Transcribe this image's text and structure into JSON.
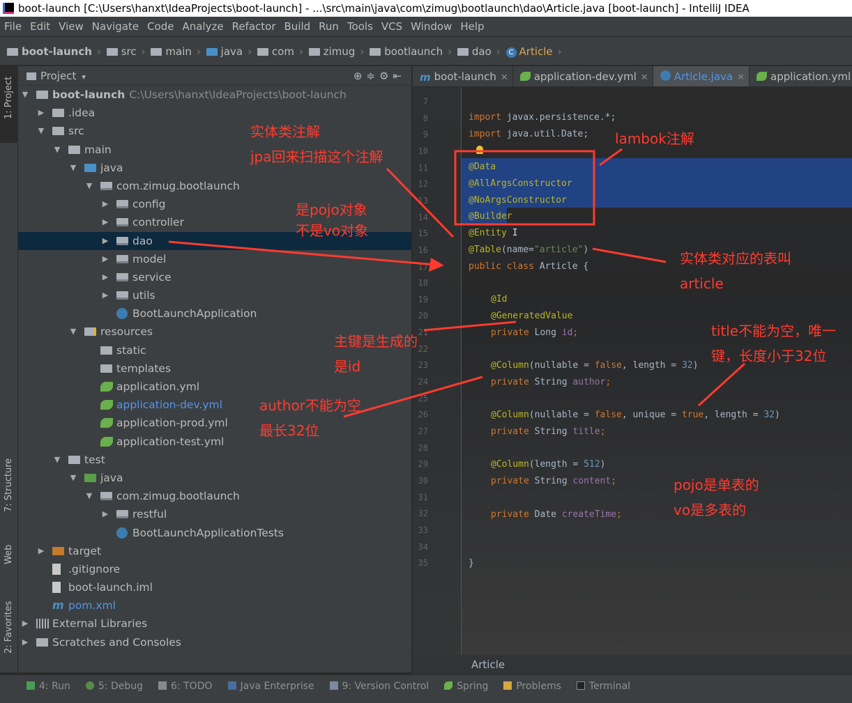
{
  "window": {
    "title": "boot-launch [C:\\Users\\hanxt\\IdeaProjects\\boot-launch] - ...\\src\\main\\java\\com\\zimug\\bootlaunch\\dao\\Article.java [boot-launch] - IntelliJ IDEA"
  },
  "menu": [
    "File",
    "Edit",
    "View",
    "Navigate",
    "Code",
    "Analyze",
    "Refactor",
    "Build",
    "Run",
    "Tools",
    "VCS",
    "Window",
    "Help"
  ],
  "breadcrumb": [
    "boot-launch",
    "src",
    "main",
    "java",
    "com",
    "zimug",
    "bootlaunch",
    "dao",
    "Article"
  ],
  "left_strip": {
    "project": "1: Project",
    "structure": "7: Structure",
    "web": "Web",
    "favorites": "2: Favorites"
  },
  "project_panel": {
    "title": "Project",
    "root_label": "boot-launch",
    "root_path": "C:\\Users\\hanxt\\IdeaProjects\\boot-launch",
    "tree": [
      ".idea",
      "src",
      "main",
      "java",
      "com.zimug.bootlaunch",
      "config",
      "controller",
      "dao",
      "model",
      "service",
      "utils",
      "BootLaunchApplication",
      "resources",
      "static",
      "templates",
      "application.yml",
      "application-dev.yml",
      "application-prod.yml",
      "application-test.yml",
      "test",
      "java",
      "com.zimug.bootlaunch",
      "restful",
      "BootLaunchApplicationTests",
      "target",
      ".gitignore",
      "boot-launch.iml",
      "pom.xml",
      "External Libraries",
      "Scratches and Consoles"
    ]
  },
  "tabs": [
    "boot-launch",
    "application-dev.yml",
    "Article.java",
    "application.yml"
  ],
  "editor": {
    "line_numbers": [
      "7",
      "8",
      "9",
      "10",
      "11",
      "12",
      "13",
      "14",
      "15",
      "16",
      "17",
      "18",
      "19",
      "20",
      "21",
      "22",
      "23",
      "24",
      "25",
      "26",
      "27",
      "28",
      "29",
      "30",
      "31",
      "32",
      "33",
      "34",
      "35"
    ],
    "code": {
      "l8a": "import",
      "l8b": " javax.persistence.*;",
      "l9a": "import",
      "l9b": " java.util.Date;",
      "l11": "@Data",
      "l12": "@AllArgsConstructor",
      "l13": "@NoArgsConstructor",
      "l14": "@Builder",
      "l15": "@Entity",
      "l16a": "@Table",
      "l16b": "(name=",
      "l16c": "\"article\"",
      "l16d": ")",
      "l17a": "public class ",
      "l17b": "Article {",
      "l19": "@Id",
      "l20": "@GeneratedValue",
      "l21a": "private ",
      "l21b": "Long ",
      "l21c": "id",
      "l21d": ";",
      "l23a": "@Column",
      "l23b": "(nullable = ",
      "l23c": "false",
      "l23d": ", length = ",
      "l23e": "32",
      "l23f": ")",
      "l24a": "private ",
      "l24b": "String ",
      "l24c": "author",
      "l24d": ";",
      "l26a": "@Column",
      "l26b": "(nullable = ",
      "l26c": "false",
      "l26d": ", unique = ",
      "l26e": "true",
      "l26f": ", length = ",
      "l26g": "32",
      "l26h": ")",
      "l27a": "private ",
      "l27b": "String ",
      "l27c": "title",
      "l27d": ";",
      "l29a": "@Column",
      "l29b": "(length = ",
      "l29c": "512",
      "l29d": ")",
      "l30a": "private ",
      "l30b": "String ",
      "l30c": "content",
      "l30d": ";",
      "l32a": "private ",
      "l32b": "Date ",
      "l32c": "createTime",
      "l32d": ";",
      "l35": "}"
    },
    "footer": "Article"
  },
  "bottom_tools": [
    "4: Run",
    "5: Debug",
    "6: TODO",
    "Java Enterprise",
    "9: Version Control",
    "Spring",
    "Problems",
    "Terminal"
  ],
  "annotations": {
    "entity_1": "实体类注解",
    "entity_2": "jpa回来扫描这个注解",
    "lombok": "lambok注解",
    "pojo_1": "是pojo对象",
    "pojo_2": "不是vo对象",
    "table_1": "实体类对应的表叫",
    "table_2": "article",
    "id_1": "主键是生成的",
    "id_2": "是id",
    "title_1": "title不能为空，唯一",
    "title_2": "键，长度小于32位",
    "author_1": "author不能为空",
    "author_2": "最长32位",
    "pojo_vo_1": "pojo是单表的",
    "pojo_vo_2": "vo是多表的"
  },
  "colors": {
    "annotation_red": "#ff3b2f",
    "selection": "#214283",
    "keyword": "#cc7832",
    "annotation": "#bbb529"
  }
}
